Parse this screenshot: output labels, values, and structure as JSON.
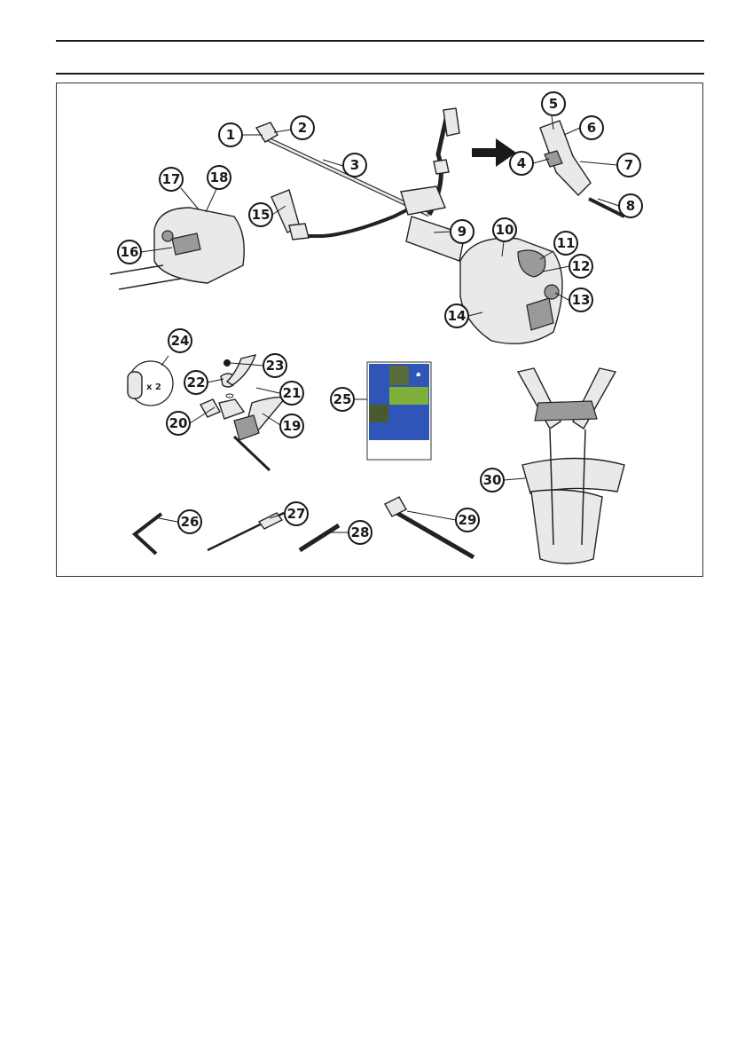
{
  "callouts": [
    {
      "id": "1",
      "label": "1"
    },
    {
      "id": "2",
      "label": "2"
    },
    {
      "id": "3",
      "label": "3"
    },
    {
      "id": "4",
      "label": "4"
    },
    {
      "id": "5",
      "label": "5"
    },
    {
      "id": "6",
      "label": "6"
    },
    {
      "id": "7",
      "label": "7"
    },
    {
      "id": "8",
      "label": "8"
    },
    {
      "id": "9",
      "label": "9"
    },
    {
      "id": "10",
      "label": "10"
    },
    {
      "id": "11",
      "label": "11"
    },
    {
      "id": "12",
      "label": "12"
    },
    {
      "id": "13",
      "label": "13"
    },
    {
      "id": "14",
      "label": "14"
    },
    {
      "id": "15",
      "label": "15"
    },
    {
      "id": "16",
      "label": "16"
    },
    {
      "id": "17",
      "label": "17"
    },
    {
      "id": "18",
      "label": "18"
    },
    {
      "id": "19",
      "label": "19"
    },
    {
      "id": "20",
      "label": "20"
    },
    {
      "id": "21",
      "label": "21"
    },
    {
      "id": "22",
      "label": "22"
    },
    {
      "id": "23",
      "label": "23"
    },
    {
      "id": "24",
      "label": "24"
    },
    {
      "id": "25",
      "label": "25"
    },
    {
      "id": "26",
      "label": "26"
    },
    {
      "id": "27",
      "label": "27"
    },
    {
      "id": "28",
      "label": "28"
    },
    {
      "id": "29",
      "label": "29"
    },
    {
      "id": "30",
      "label": "30"
    }
  ],
  "quantity_label": "x 2",
  "colors": {
    "manual_blue": "#2f55b8",
    "manual_green": "#7fb13a",
    "manual_photo": "#5a6b3a"
  }
}
